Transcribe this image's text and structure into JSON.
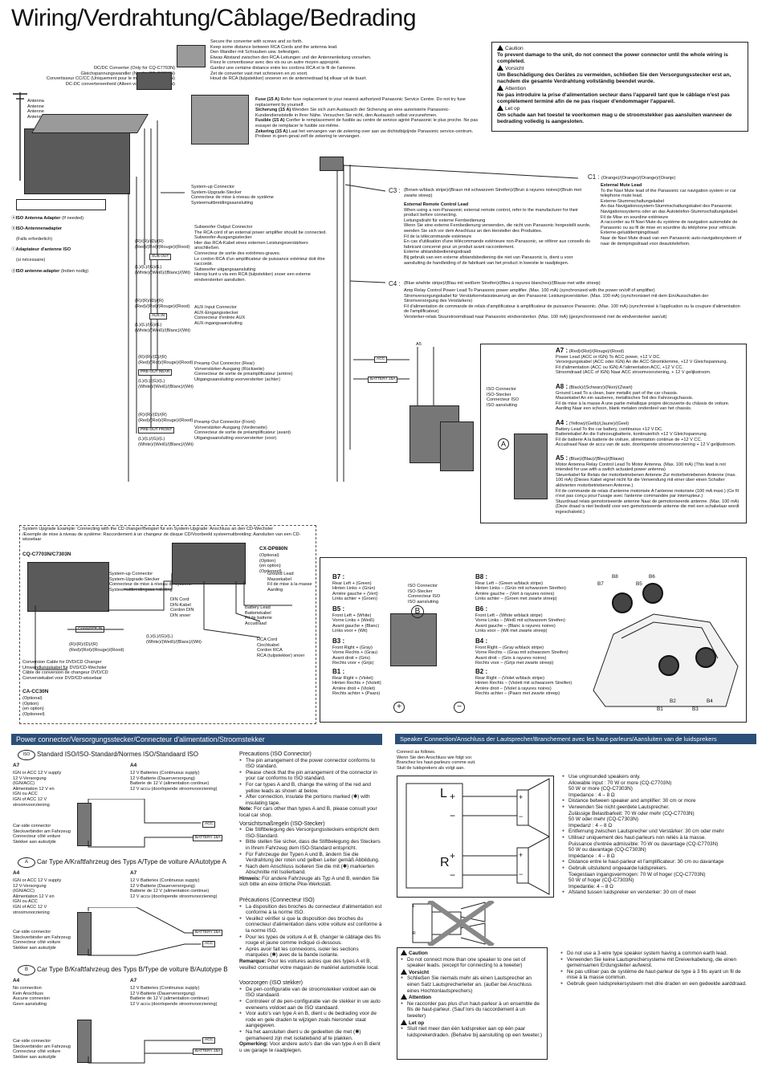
{
  "title": "Wiring/Verdrahtung/Câblage/Bedrading",
  "converter": {
    "label": "DC/DC Converter (Only for CQ-C7703N)\nGleichspannungswandler (Nur für CQ-C7703N)\nConvertisseur CC/CC (Uniquement pour le modèle CQ-C7703N)\nDC-DC convertereenheid (Alleen voor de CQ-C7703N)",
    "secure_note": "Secure the converter with screws and so forth.\nKeep some distance between RCA Cords and the antenna lead.\nDen Wandler mit Schrauben usw. befestigen.\nEtwas Abstand zwischen den RCA-Leitungen und der Antennenleitung vorsehen.\nFixez le convertisseur avec des vis ou un autre moyen approprié.\nGardez une certaine distance entre les cordons RCA et le fil de l'antenne.\nZet de converter vast met schroeven en zo voort.\nHoud de RCA (tulpstekker) snoeren en de antennedraad bij elkaar uit de buurt."
  },
  "antenna_label": "Antenna\nAntenne\nAntenne\nAntenne",
  "fuse_note": {
    "en_head": "Fuse (15 A)",
    "en": " Refer fuse replacement to your nearest authorized Panasonic Service Centre. Do not try fuse replacement by yourself.",
    "de_head": "Sicherung (15 A)",
    "de": " Wenden Sie sich zum Austausch der Sicherung an eine autorisierte Panasonic-Kundendienststelle in Ihrer Nähe. Versuchen Sie nicht, den Austausch selbst vorzunehmen.",
    "fr_head": "Fusible (15 A)",
    "fr": " Confier le remplacement de fusible au centre de service agréé Panasonic le plus proche. Ne pas essayer de remplacer le fusible soi-même.",
    "nl_head": "Zekering (15 A)",
    "nl": " Laat het vervangen van de zekering over aan uw dichtstbijzijnde Panasonic service-centrum. Probeer in geen geval zelf de zekering te vervangen."
  },
  "caution_box": {
    "caution_head": "Caution",
    "caution": "To prevent damage to the unit, do not connect the power connector until the whole wiring is completed.",
    "vorsicht_head": "Vorsicht",
    "vorsicht": "Um Beschädigung des Gerätes zu vermeiden, schließen Sie den Versorgungsstecker erst an, nachdem die gesamte Verdrahtung vollständig beendet wurde.",
    "attention_head": "Attention",
    "attention": "Ne pas introduire la prise d'alimentation secteur dans l'appareil tant que le câblage n'est pas complètement terminé afin de ne pas risquer d'endommager l'appareil.",
    "letop_head": "Let op",
    "letop": "Om schade aan het toestel te voorkomen mag u de stroomstekker pas aansluiten wanneer de bedrading volledig is aangesloten."
  },
  "iso_adapter": {
    "a": "ISO Antenna Adapter",
    "a_note": "(If needed)",
    "b": "ISO-Antennenadapter",
    "b_note": "(Falls erforderlich)",
    "c": "Adaptateur d'antenne ISO",
    "c_note": "(si nécessaire)",
    "d": "ISO antenne-adapter",
    "d_note": "(Indien nodig)"
  },
  "sys_upgrade": "System-up Connector\nSystem-Upgrade-Stecker\nConnecteur de mise à niveau de système\nSysteemuitbreidingsaansluiting",
  "c1": {
    "tag": "C1 :",
    "colors": "(Orange)/(Orange)/(Orange)/(Oranje)",
    "text_head": "External Mute Lead",
    "text": "To the Navi Mute lead of the Panasonic car navigation system or car telephone mute lead.\nExterne-Stummschaltungskabel\nAn das Navigationssystem-Stummschaltungskabel des Panasonic Navigationssystems oder an das Autotelefon-Stummschaltungskabel.\nFil de Mise en sourdine extérieure\nA raccorder au fil Navi Mute du système de navigation automobile de Panasonic ou au fil de mise en sourdine du téléphone pour véhicule.\nExterne-geluiddempingdraad\nNaar de Navi Mute draad van een Panasonic auto-navigatiesysteem of naar de dempingsdraad voor deautotelefoon."
  },
  "c3": {
    "tag": "C3 :",
    "colors": "(Brown w/black stripe)/(Braun mit schwarzem Streifen)/(Brun à rayures noires)/(Bruin met zwarte streep)",
    "text_head": "External Remote Control Lead",
    "text": "When using a non-Panasonic external remote control, refer to the manufacturer for their product before connecting.\nLeitungsdraht für externe Fernbedienung\nWenn Sie eine externe Fernbedienung verwenden, die nicht von Panasonic hergestellt wurde, wenden Sie sich vor dem Anschluss an den Hersteller des Produktes.\nFil de la télécommande extérieure\nEn cas d'utilisation d'une télécommande extérieure non-Panasonic, se référer aux conseils du fabricant concerné pour un produit avant raccordement.\nExterne afstandsbedieningsdraad\nBij gebruik van een externe afstandsbediening die niet van Panasonic is, dient u voor aansluiting de handleiding of de fabrikant van het product in kwestie te raadplegen."
  },
  "c4": {
    "tag": "C4 :",
    "colors": "(Blue w/white stripe)/(Blau mit weißem Streifen)/(Bleu à rayures blanches)/(Blauw met witte streep)",
    "text": "Amp Relay Control Power Lead To Panasonic power amplifier. (Max. 100 mA) (synchronized with the power on/off of amplifier)\nStromversorgungskabel für Verstärkerrelaissteuerung an den Panasonic Leistungsverstärker. (Max. 100 mA) (synchronisiert mit dem Ein/Ausschalten der Stromversorgung des Verstärkers)\nFil d'alimentation de commande de relais d'amplificateur à amplificateur de puissance Panasonic. (Max. 100 mA) (synchronisé à l'application ou la coupure d'alimentation de l'amplificateur)\nVersterker-relais Stuurstroomdraad naar Panasonic eindversterker. (Max. 100 mA) (gesynchroniseerd met de eindversterker aan/uit)"
  },
  "sub_out": {
    "colors_l": "(R)/(R)/(D)/(R)\n(Red)/(Rot)/(Rouge)/(Rood)",
    "colors_w": "(L)/(L)/(G)/(L)\n(White)/(Weiß)/(Blanc)/(Wit)",
    "pill": "SUB OUT",
    "text": "Subwoofer Output Connector\nThe RCA cord of an external power amplifier should be connected.\nSubwoofer-Ausgangsstecker\nHier das RCA-Kabel eines externen Leistungsverstärkers anschließen.\nConnecteur de sortie des extrêmes-graves.\nLe cordon RCA d'un amplificateur de puissance extérieur doit être raccordé.\nSubwoofer uitgangsaansluiting\nHierop kunt u via een RCA (tulpstekker) snoer een externe eindversterker aansluiten."
  },
  "aux_in": {
    "colors_l": "(R)/(R)/(D)/(R)\n(Red)/(Rot)/(Rouge)/(Rood)",
    "colors_w": "(L)/(L)/(G)/(L)\n(White)/(Weiß)/(Blanc)/(Wit)",
    "pill": "AUX IN",
    "text": "AUX Input Connector\nAUX-Eingangsstecker\nConnecteur d'entrée AUX\nAUX-ingangsaansluiting"
  },
  "pre_rear": {
    "colors_l": "(R)/(R)/(D)/(R)\n(Red)/(Rot)/(Rouge)/(Rood)",
    "colors_w": "(L)/(L)/(G)/(L)\n(White)/(Weiß)/(Blanc)/(Wit)",
    "pill": "PRE-OUT REAR",
    "text": "Preamp Out Connector (Rear)\nVorverstärker-Ausgang (Rückseite)\nConnecteur de sortie de préamplificateur (arrière)\nUitgangsaansluiting voorversterker (achter)"
  },
  "pre_front": {
    "colors_l": "(R)/(R)/(D)/(R)\n(Red)/(Rot)/(Rouge)/(Rood)",
    "colors_w": "(L)/(L)/(G)/(L)\n(White)/(Weiß)/(Blanc)/(Wit)",
    "pill": "PRE-OUT FRONT",
    "text": "Preamp Out Connector (Front)\nVorverstärker-Ausgang (Vorderseite)\nConnecteur de sortie de préamplificateur (avant)\nUitgangsaansluiting voorversterker (voor)"
  },
  "a_pins": {
    "a7_tag": "A7 :",
    "a7_colors": "(Red)/(Rot)/(Rouge)/(Rood)",
    "a7": "Power Lead (ACC or IGN) To ACC power, +12 V DC.\nVersorgungskabel (ACC oder IGN) An die ACC-Stromklemme, +12 V Gleichspannung.\nFil d'alimentation (ACC ou IGN) A l'alimentation ACC, +12 V CC.\nStroomdraad (ACC of IGN) Naar ACC stroomvoorziening, + 12 V gelijkstroom.",
    "a8_tag": "A8 :",
    "a8_colors": "(Black)/(Schwarz)/(Noir)/(Zwart)",
    "a8": "Ground Lead To a clean, bare metallic part of the car chassis.\nMassekabel An ein sauberes, metallisches Teil des Fahrzeugchassis.\nFil de mise à la masse A une partie métallique propre découverte du châssis de voiture.\nAarding Naar een schoon, blank metalen onderdeel van het chassis.",
    "a4_tag": "A4 :",
    "a4_colors": "(Yellow)/(Gelb)/(Jaune)/(Geel)",
    "a4": "Battery Lead To the car battery, continuous +12 V DC.\nBatteriekabel An die Fahrzeugbatterie, kontinuierlich +12 V Gleichspannung.\nFil de batterie A la batterie de voiture, alimentation continue de +12 V CC.\nAccudraad Naar de accu van de auto, doorlopende stroomvoorziening + 12 V gelijkstroom.",
    "a5_tag": "A5 :",
    "a5_colors": "(Blue)/(Blau)/(Bleu)/(Blauw)",
    "a5": "Motor Antenna Relay Control Lead To Motor Antenna. (Max. 100 mA) (This lead is not intended for use with a switch actuated power antenna)\nSteuerkabel für Relais der motorbetriebenen Antenne Zur motorbetriebenen Antenne (max. 100 mA) (Dieses Kabel eignet nicht für die Verwendung mit einer über einen Schalter aktivierten motorbetriebenen Antenne.)\nFil de commande de relais d'antenne motorisée A l'antenne motorisée (100 mA maxi.) (Ce fil n'est pas conçu pour l'usage avec l'antenne commandée par interrupteur.)\nStuurdraad relais gemotoriseerde antenne Naar de gemotoriseerde antenne. (Max. 100 mA) (Deze draad is niet bedoeld voor een gemotoriseerde antenne die met een schakelaar wordt ingeschakeld.)",
    "a5_lbl": "A5",
    "iso": "ISO Connector\nISO-Stecker\nConnecteur ISO\nISO aansluiting",
    "acc_pill": "ACC",
    "bat_pill": "BATTERY 15A"
  },
  "upgrade_example": {
    "head": "System Upgrade Example: Connecting with the CD changer/Beispiel für ein System-Upgrade: Anschluss an den CD-Wechsler\n/Exemple de mise à niveau de système: Raccordement à un changeur de disque CD/Voorbeeld systeemuitbreiding: Aansluiten van een CD-wisselaar",
    "model": "CQ-C7703N/C7303N",
    "cx": "CX-DP880N",
    "cx_opt": "(Optional)\n(Option)\n(en option)\n(Optioneel)",
    "ground": "Ground Lead\nMassekabel\nFil de mise à la masse\nAarding",
    "sysup": "System-up Connector\nSystem-Upgrade-Stecker\nConnecteur de mise à niveau de système\nSysteemuitbreidingsaa nsluiting",
    "din": "DIN Cord\nDIN-Kabel\nCordon DIN\nDIN snoer",
    "battery": "Battery Lead\nBatteriekabel\nFil de batterie\nAccudraad",
    "rca": "RCA Cord\nCinchkabel\nCordon RCA\nRCA (tulpstekker) snoer",
    "changer_pill": "CHANGER IN",
    "colors_w": "(L)/(L)/(G)/(L)\n(White)/(Weiß)/(Blanc)/(Wit)",
    "colors_r": "(R)/(R)/(D)/(R)\n(Red)/(Rot)/(Rouge)/(Rood)",
    "conv": "Conversion Cable for DVD/CD Changer\nUmwandlungskabel für DVD/CD-Wechsler\nCâble de conversion de changeur DVD/CD\nConversiekabel voor DVD/CD-wisselaar",
    "cc30": "CA-CC30N",
    "cc30_opt": "(Optional)\n(Option)\n(en option)\n(Optioneel)"
  },
  "b_pins": {
    "b7_tag": "B7 :",
    "b7": "Rear Left + (Green)\nHinten Links + (Grün)\nArrière gauche + (Vert)\nLinks achter + (Groen)",
    "b8_tag": "B8 :",
    "b8": "Rear Left – (Green w/black stripe)\nHinten Links – (Grün mit schwarzem Streifen)\nArrière gauche – (Vert à rayures noires)\nLinks achter – (Groen met zwarte streep)",
    "b5_tag": "B5 :",
    "b5": "Front Left + (White)\nVorne Links + (Weiß)\nAvant gauche + (Blanc)\nLinks voor + (Wit)",
    "b6_tag": "B6 :",
    "b6": "Front Left – (White w/black stripe)\nVorne Links – (Weiß mit schwarzem Streifen)\nAvant gauche – (Blanc à rayures noires)\nLinks voor – (Wit met zwarte streep)",
    "b3_tag": "B3 :",
    "b3": "Front Right + (Gray)\nVorne Rechts + (Grau)\nAvant droit + (Gris)\nRechts voor + (Grijs)",
    "b4_tag": "B4 :",
    "b4": "Front Right – (Gray w/black stripe)\nVorne Rechts – (Grau mit schwarzem Streifen)\nAvant droit – (Gris à rayures noires)\nRechts voor – (Grijs met zwarte streep)",
    "b1_tag": "B1 :",
    "b1": "Rear Right + (Violet)\nHinten Rechts + (Violett)\nArrière droit + (Violet)\nRechts achter + (Paars)",
    "b2_tag": "B2 :",
    "b2": "Rear Right – (Violet w/black stripe)\nHinten Rechts – (Violett mit schwarzem Streifen)\nArrière droit – (Violet à rayures noires)\nRechts achter – (Paars met zwarte streep)",
    "iso": "ISO Connector\nISO-Stecker\nConnecteur ISO\nISO aansluiting",
    "car_b8": "B8",
    "car_b7": "B7",
    "car_b6": "B6",
    "car_b5": "B5",
    "car_b2": "B2",
    "car_b1": "B1",
    "car_b3": "B3",
    "car_b4": "B4"
  },
  "power_band": "Power connector/Versorgungsstecker/Connecteur d'alimentation/Stroomstekker",
  "speaker_band": "Speaker Connection/Anschluss der Lautsprecher/Branchement avec les haut-parleurs/Aansluiten van de luidsprekers",
  "power": {
    "std_head": "Standard ISO/ISO-Standard/Normes ISO/Standaard ISO",
    "iso_badge": "ISO",
    "a_badge": "A",
    "b_badge": "B",
    "a7": "A7",
    "a7_text": "IGN or ACC 12 V supply\n12 V-Versorgung\n(IGN/ACC)\nAlimentation 12 V en\nIGN ou ACC\nIGN of ACC 12 V\nstroomvoorziening",
    "a4": "A4",
    "a4_text": "12 V Batteries (Continuous supply)\n12 V-Batterie (Dauerversorgung)\nBatterie de 12 V (alimentation continue)\n12 V accu (doorlopende stroomvoorziening)",
    "car_side": "Car-side connector\nSteckverbinder am Fahrzeug\nConnecteur côté voiture\nStekker aan autozijde",
    "typeA_head": "Car Type A/Kraftfahrzeug des Typs A/Type de voiture A/Autotype A",
    "a4_ign": "IGN or ACC 12 V supply\n12 V-Versorgung\n(IGN/ACC)\nAlimentation 12 V en\nIGN ou ACC\nIGN of ACC 12 V\nstroomvoorziening",
    "typeB_head": "Car Type B/Kraftfahrzeug des Typs B/Type de voiture B/Autotype B",
    "a4_none": "No connection\nKein Anschluss\nAucune connexion\nGeen aansluiting",
    "acc_pill": "ACC",
    "bat_pill": "BATTERY 15A",
    "prec_iso_head": "Precautions (ISO Connector)",
    "prec_iso": [
      "The pin arrangement of the power connector conforms to ISO standard.",
      "Please check that the pin arrangement of the connector in your car conforms to ISO standard.",
      "For car types A and B, change the wiring of the red and yellow leads as shown at below.",
      "After connection, insulate the portions marked (✱) with insulating tape."
    ],
    "prec_note_head": "Note:",
    "prec_note": " For cars other than types A and B, please consult your local car shop.",
    "vors_head": "Vorsichtsmaßregeln (ISO-Stecker)",
    "vors": [
      "Die Stiftbelegung des Versorgungssteckers entspricht dem ISO-Standard.",
      "Bitte stellen Sie sicher, dass die Stiftbelegung des Steckers in Ihrem Fahrzeug dem ISO-Standard entspricht.",
      "Für Fahrzeuge der Typen A und B, ändern Sie die Verdrahtung der roten und gelben Leiter gemäß Abbildung.",
      "Nach dem Anschluss isolieren Sie die mit (✱) markierten Abschnitte mit Isolierband."
    ],
    "vors_note_head": "Hinweis:",
    "vors_note": " Für andere Fahrzeuge als Typ A und B, wenden Sie sich bitte an eine örtliche Pkw-Werkstatt.",
    "prec_fr_head": "Précautions (Connecteur ISO)",
    "prec_fr": [
      "La disposition des broches du connecteur d'alimentation est conforme à la norme ISO.",
      "Veuillez vérifier si que la disposition des broches du connecteur d'alimentation dans votre voiture est conforme à la norme ISO.",
      "Pour les types de voiture A et B, changer le câblage des fils rouge et jaune comme indiqué ci-dessous.",
      "Après avoir fait les connexions, isoler les sections marquées (✱) avec de la bande isolante."
    ],
    "prec_fr_note_head": "Remarque:",
    "prec_fr_note": " Pour les voitures autres que des types A et B, veuillez consulter votre magasin de matériel automobile local.",
    "voor_head": "Voorzorgen (ISO stekker)",
    "voor": [
      "De pen-configuratie van de stroomstekker voldoet aan de ISO standaard.",
      "Controleer of de pen-configuratie van de stekker in uw auto eveneens voldoet aan de ISO standaard.",
      "Voor auto's van type A en B, dient u de bedrading voor de rode en gele draden te wijzigen zoals hieronder staat aangegeven.",
      "Na het aansluiten dient u de gedeelten die met (✱) gemarkeerd zijn met isolatieband af te plakken."
    ],
    "voor_note_head": "Opmerking:",
    "voor_note": " Voor andere auto's dan die van type A en B dient u uw garage te raadplegen."
  },
  "speaker": {
    "intro": "Connect as follows.\nWenn Sie den Anschluss wie folgt vor.\nBranchez les haut-parleurs comme suit.\nSluit de luidsprekers als volgt aan.",
    "l": "L",
    "r": "R",
    "right_list": [
      "Use ungrounded speakers only.\nAllowable input : 70 W or more (CQ-C7703N)\n50 W or more (CQ-C7303N)\nImpedance : 4 – 8 Ω",
      "Distance between speaker and amplifier: 30 cm or more",
      "Verwenden Sie nicht geerdete Lautsprecher.\nZulässige Belastbarkeit: 70 W oder mehr (CQ-C7703N)\n50 W oder mehr (CQ-C7303N)\nImpedanz : 4 – 8 Ω",
      "Entfernung zwischen Lautsprecher und Verstärker: 30 cm oder mehr",
      "Utilisez uniquement des haut-parleurs non reliés à la masse.\nPuissance d'entrée admissible: 70 W ou davantage (CQ-C7703N)\n50 W ou davantage (CQ-C7303N)\nImpédance : 4 – 8 Ω",
      "Distance entre le haut-parleur et l'amplificateur: 30 cm ou davantage",
      "Gebruik uitsluitend ongeaarde luidsprekers.\nToegestaan ingangsvermogen: 70 W of hoger (CQ-C7703N)\n50 W of hoger (CQ-C7303N)\nImpedantie: 4 – 8 Ω",
      "Afstand tussen luidspreker en versterker: 30 cm of meer"
    ],
    "caution_head": "Caution",
    "caution": "Do not connect more than one speaker to one set of speaker leads. (except for connecting to a tweeter)",
    "vorsicht_head": "Vorsicht",
    "vorsicht": "Schließen Sie niemals mehr als einen Lautsprecher an einen Satz Lautsprecherleiter an. (außer bei Anschluss eines Hochtonlautsprechers)",
    "attention_head": "Attention",
    "attention": "Ne raccorder pas plus d'un haut-parleur à un ensemble de fils de haut-parleur. (Sauf lors du raccordement à un tweeter)",
    "letop_head": "Let op",
    "letop": "Sluit niet meer dan één luidspreker aan op één paar luidsprekerdraden. (Behalve bij aansluiting op een tweeter.)",
    "three_wire": [
      "Do not use a 3-wire type speaker system having a common earth lead.",
      "Verwenden Sie keine Lautsprechersysteme mit Dreiverkabelung, die einen gemeinsamen Erdungsleiter aufweist.",
      "Ne pas utiliser pas de système de haut-parleur de type à 3 fils ayant un fil de mise à la masse commun.",
      "Gebruik geen luidsprekersysteem met drie draden en een gedeelde aarddraad."
    ]
  },
  "colors": {
    "band": "#2b4f78",
    "unit": "#5a5a5a"
  },
  "icons": [
    "caution-triangle-icon",
    "plus-icon",
    "minus-icon",
    "cross-icon",
    "speaker-icon",
    "car-icon"
  ]
}
